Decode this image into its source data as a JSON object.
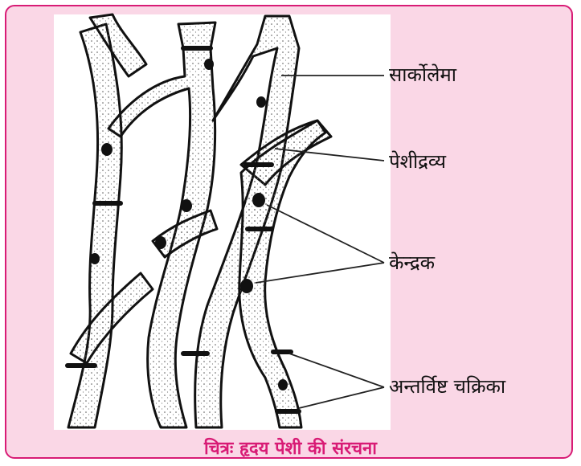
{
  "labels": {
    "sarcolemma": "सार्कोलेमा",
    "sarcoplasm": "पेशीद्रव्य",
    "nucleus": "केन्द्रक",
    "intercalated_disc": "अन्तर्विष्ट चक्रिका"
  },
  "caption": "चित्रः हृदय पेशी की संरचना",
  "colors": {
    "frame_border": "#d81b75",
    "frame_fill": "#fad7e6",
    "caption": "#d81b75"
  }
}
